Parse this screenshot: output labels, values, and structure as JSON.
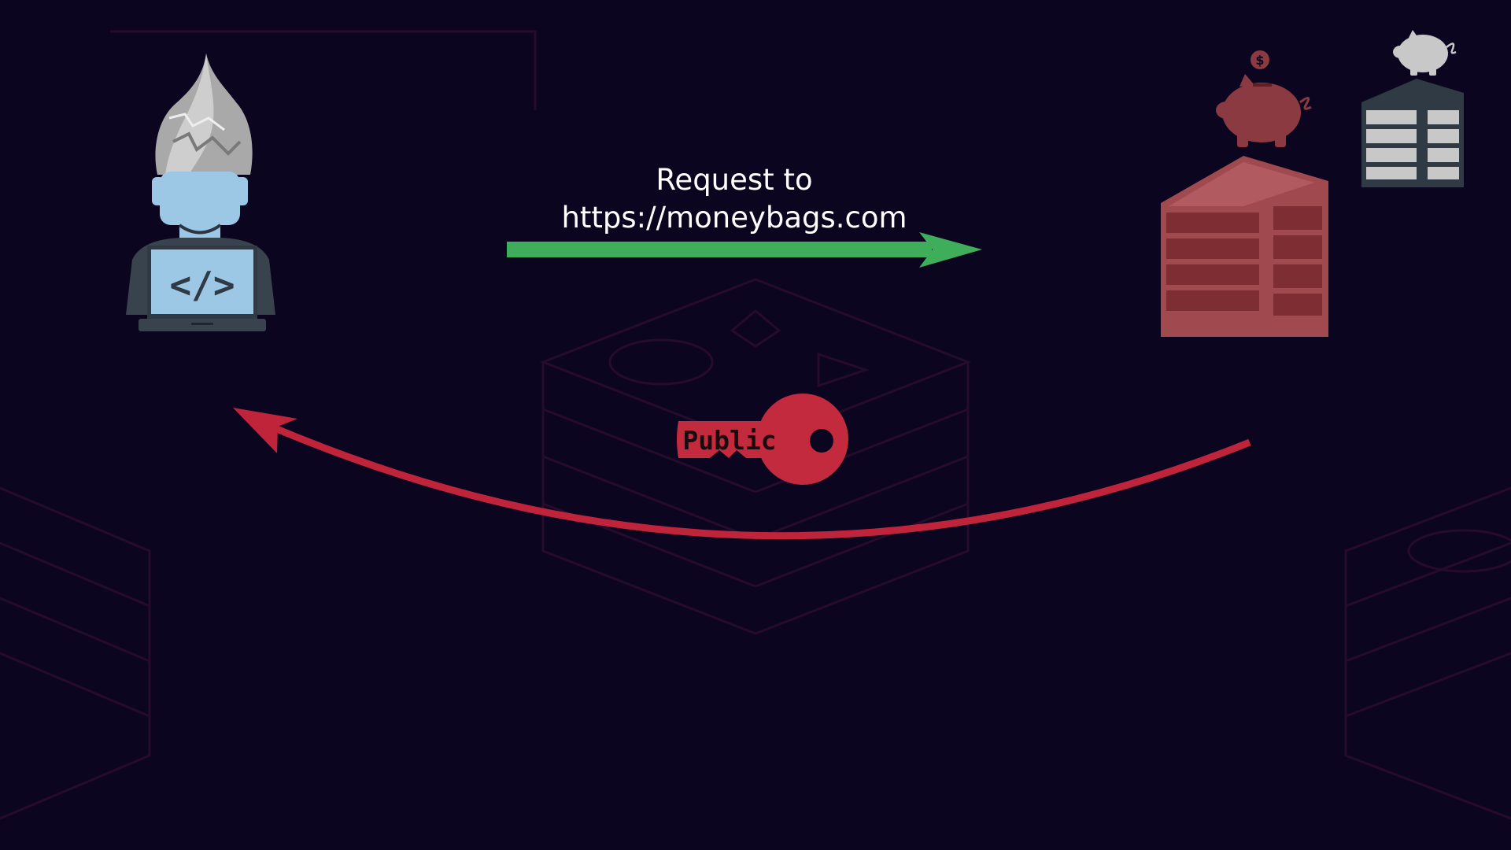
{
  "request": {
    "line1": "Request to",
    "line2": "https://moneybags.com"
  },
  "key": {
    "label": "Public"
  },
  "icons": {
    "developer": "developer-with-foil-hat-icon",
    "laptop_code": "code-brackets-icon",
    "bank_primary": "bank-building-icon",
    "bank_secondary": "bank-building-icon",
    "piggy_primary": "piggy-bank-icon",
    "piggy_secondary": "piggy-bank-icon",
    "coin": "dollar-coin-icon",
    "key": "key-icon"
  },
  "colors": {
    "background": "#0b0520",
    "request_arrow": "#3fae5a",
    "response_arrow": "#c0243a",
    "key": "#c32a3d",
    "bank_primary": "#a04a50",
    "bank_secondary": "#c8c8c8",
    "developer_skin": "#9cc8e6",
    "laptop": "#39434d"
  }
}
